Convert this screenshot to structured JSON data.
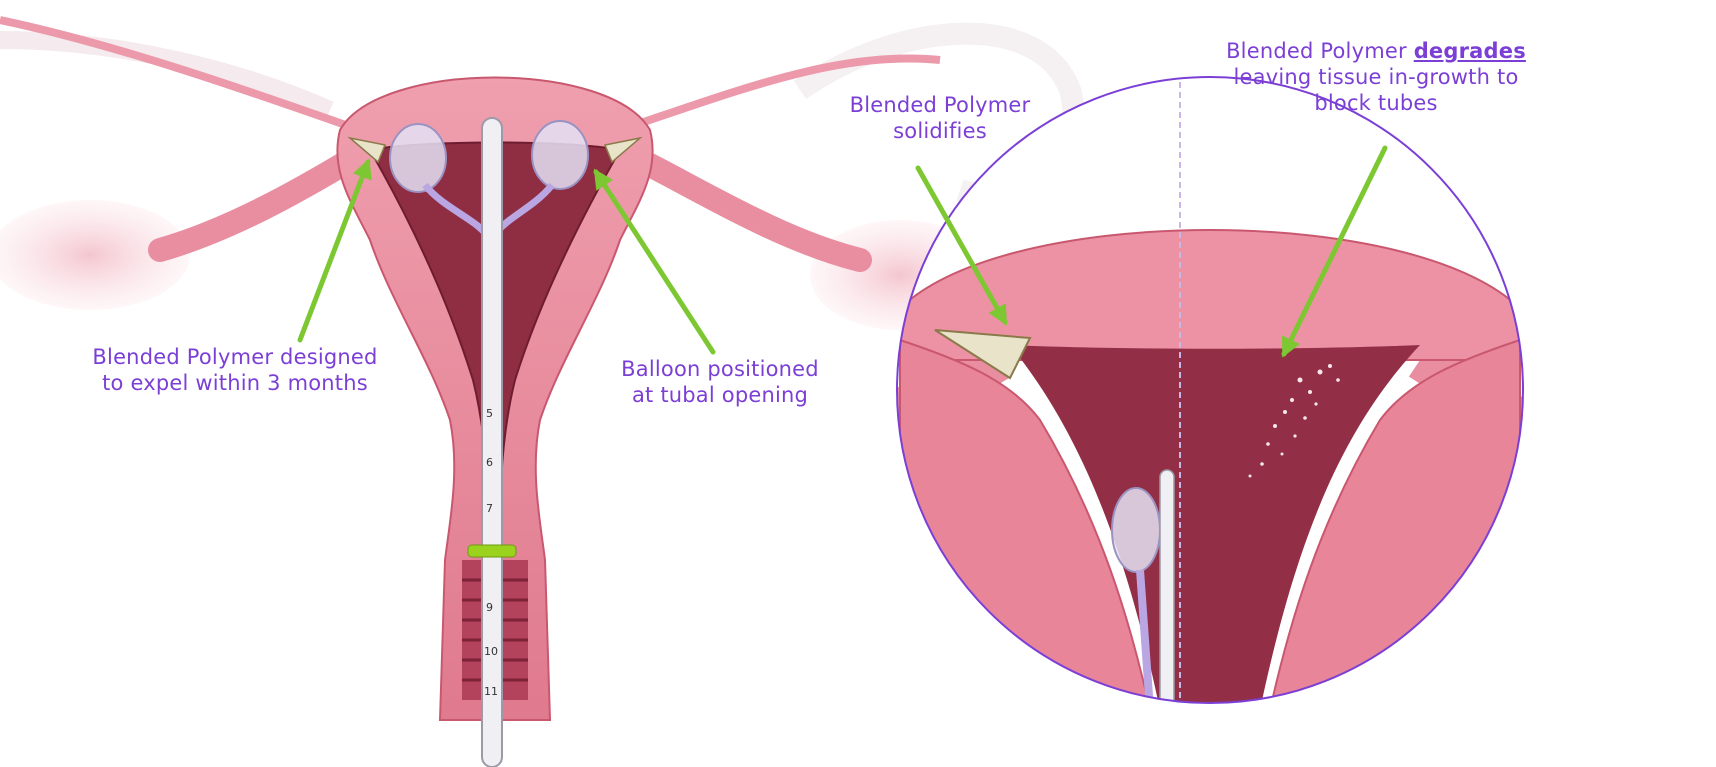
{
  "colors": {
    "label_text": "#7b3fd6",
    "arrow": "#7dc832",
    "tissue": "#e58a9b",
    "tissue_dark": "#b7475f",
    "cavity": "#8f2e43",
    "circle_border": "#7b3fd6",
    "balloon": "#d9d6ef",
    "catheter": "#c9b7e8",
    "marker_ring": "#9bd21e"
  },
  "labels": {
    "expel": {
      "line1": "Blended Polymer designed",
      "line2": "to expel within 3 months"
    },
    "balloon": {
      "line1": "Balloon positioned",
      "line2": "at tubal opening"
    },
    "solidifies": {
      "line1": "Blended Polymer",
      "line2": "solidifies"
    },
    "degrades": {
      "prefix": "Blended Polymer ",
      "emphasis": "degrades",
      "line2": "leaving  tissue in-growth to",
      "line3": "block tubes"
    }
  },
  "catheter_scale": [
    "5",
    "6",
    "7",
    "9",
    "10",
    "11"
  ],
  "icons": {
    "arrow": "arrow-icon"
  }
}
